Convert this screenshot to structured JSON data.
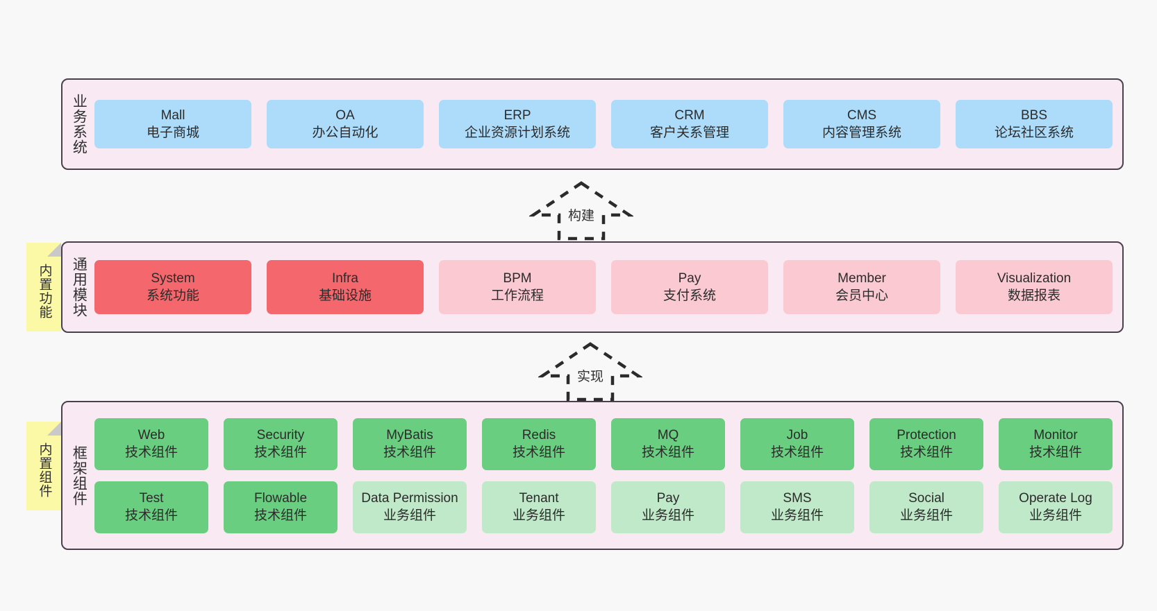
{
  "diagram": {
    "background_color": "#f8f8f8",
    "panel_color": "#f8e9f3",
    "panel_border_color": "#48404a",
    "note_color": "#fbf8a6"
  },
  "layers": [
    {
      "id": "business",
      "title": "业务系统",
      "color": "#addcfb",
      "rows": [
        [
          {
            "en": "Mall",
            "cn": "电子商城"
          },
          {
            "en": "OA",
            "cn": "办公自动化"
          },
          {
            "en": "ERP",
            "cn": "企业资源计划系统"
          },
          {
            "en": "CRM",
            "cn": "客户关系管理"
          },
          {
            "en": "CMS",
            "cn": "内容管理系统"
          },
          {
            "en": "BBS",
            "cn": "论坛社区系统"
          }
        ]
      ]
    },
    {
      "id": "common",
      "title": "通用模块",
      "note": "内置功能",
      "rows": [
        [
          {
            "en": "System",
            "cn": "系统功能",
            "color": "#f4676c"
          },
          {
            "en": "Infra",
            "cn": "基础设施",
            "color": "#f4676c"
          },
          {
            "en": "BPM",
            "cn": "工作流程",
            "color": "#fbc9d2"
          },
          {
            "en": "Pay",
            "cn": "支付系统",
            "color": "#fbc9d2"
          },
          {
            "en": "Member",
            "cn": "会员中心",
            "color": "#fbc9d2"
          },
          {
            "en": "Visualization",
            "cn": "数据报表",
            "color": "#fbc9d2"
          }
        ]
      ]
    },
    {
      "id": "framework",
      "title": "框架组件",
      "note": "内置组件",
      "rows": [
        [
          {
            "en": "Web",
            "cn": "技术组件",
            "color": "#69ce7f"
          },
          {
            "en": "Security",
            "cn": "技术组件",
            "color": "#69ce7f"
          },
          {
            "en": "MyBatis",
            "cn": "技术组件",
            "color": "#69ce7f"
          },
          {
            "en": "Redis",
            "cn": "技术组件",
            "color": "#69ce7f"
          },
          {
            "en": "MQ",
            "cn": "技术组件",
            "color": "#69ce7f"
          },
          {
            "en": "Job",
            "cn": "技术组件",
            "color": "#69ce7f"
          },
          {
            "en": "Protection",
            "cn": "技术组件",
            "color": "#69ce7f"
          },
          {
            "en": "Monitor",
            "cn": "技术组件",
            "color": "#69ce7f"
          }
        ],
        [
          {
            "en": "Test",
            "cn": "技术组件",
            "color": "#69ce7f"
          },
          {
            "en": "Flowable",
            "cn": "技术组件",
            "color": "#69ce7f"
          },
          {
            "en": "Data Permission",
            "cn": "业务组件",
            "color": "#bfe9c8"
          },
          {
            "en": "Tenant",
            "cn": "业务组件",
            "color": "#bfe9c8"
          },
          {
            "en": "Pay",
            "cn": "业务组件",
            "color": "#bfe9c8"
          },
          {
            "en": "SMS",
            "cn": "业务组件",
            "color": "#bfe9c8"
          },
          {
            "en": "Social",
            "cn": "业务组件",
            "color": "#bfe9c8"
          },
          {
            "en": "Operate Log",
            "cn": "业务组件",
            "color": "#bfe9c8"
          }
        ]
      ]
    }
  ],
  "arrows": [
    {
      "id": "build",
      "label": "构建"
    },
    {
      "id": "impl",
      "label": "实现"
    }
  ]
}
